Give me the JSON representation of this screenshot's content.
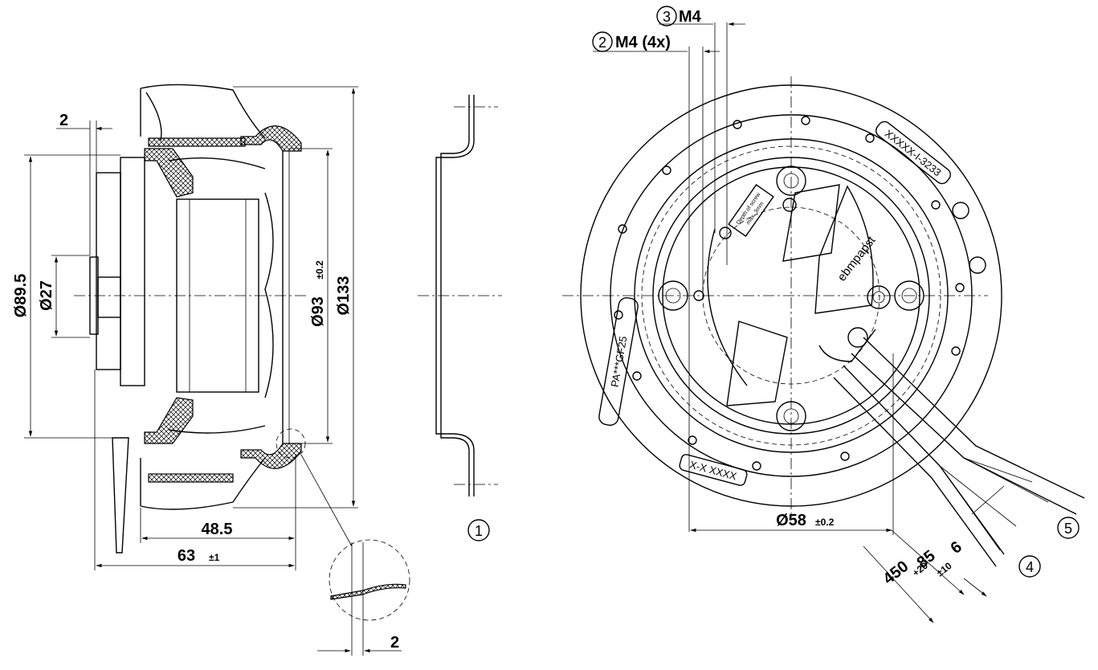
{
  "side_view": {
    "dia_89_5": "Ø89.5",
    "dia_27": "Ø27",
    "dia_93": "Ø93",
    "dia_93_tol": "±0.2",
    "dia_133": "Ø133",
    "dim_2_top": "2",
    "dim_48_5": "48.5",
    "dim_63": "63",
    "dim_63_tol": "±1",
    "detail_dim_2": "2"
  },
  "ring_view": {
    "callout_1": "1"
  },
  "front_view": {
    "callout_3": "3",
    "label_m4": "M4",
    "callout_2": "2",
    "label_m4_4x": "M4 (4x)",
    "dia_58": "Ø58",
    "dia_58_tol": "±0.2",
    "dim_6": "6",
    "dim_85": "85",
    "dim_85_tol": "±10",
    "dim_450": "450",
    "dim_450_tol": "+20",
    "callout_4": "4",
    "callout_5": "5",
    "marking_part": "XXXXX-I-3233",
    "marking_material": "PA***GF25",
    "marking_date": "X-X  XXXX",
    "brand": "ebmpapst",
    "warning_line1": "Depth of screw",
    "warning_line2": "max. 3mm"
  }
}
